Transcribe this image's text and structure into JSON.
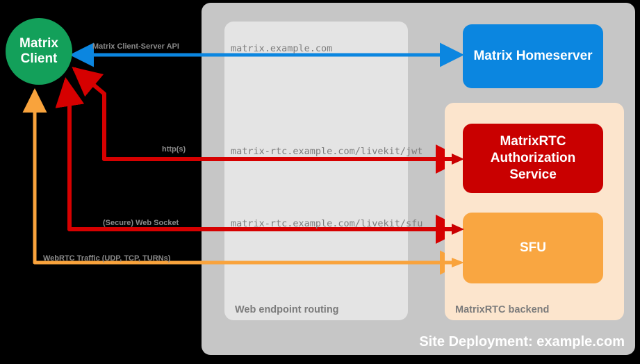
{
  "diagram": {
    "title": "Site Deployment: example.com",
    "client": {
      "line1": "Matrix",
      "line2": "Client",
      "color": "#13a05a"
    },
    "panels": {
      "site": {
        "caption": "Site Deployment: example.com",
        "color": "#c6c6c6"
      },
      "web_routing": {
        "caption": "Web endpoint routing",
        "color": "#e4e4e4"
      },
      "rtc_backend": {
        "caption": "MatrixRTC backend",
        "color": "#fce5cd"
      }
    },
    "services": [
      {
        "id": "homeserver",
        "label": "Matrix Homeserver",
        "color": "#0b86e0"
      },
      {
        "id": "auth",
        "label": "MatrixRTC Authorization Service",
        "color": "#c90000"
      },
      {
        "id": "sfu",
        "label": "SFU",
        "color": "#f9a641"
      }
    ],
    "service_labels": {
      "homeserver": "Matrix Homeserver",
      "auth_line1": "MatrixRTC",
      "auth_line2": "Authorization",
      "auth_line3": "Service",
      "sfu": "SFU"
    },
    "connections": [
      {
        "id": "cs-api",
        "protocol_label": "Matrix Client-Server API",
        "url": "matrix.example.com",
        "color": "#0b86e0",
        "direction": "bidirectional",
        "from": "Matrix Client",
        "to": "Matrix Homeserver"
      },
      {
        "id": "jwt",
        "protocol_label": "http(s)",
        "url": "matrix-rtc.example.com/livekit/jwt",
        "color": "#d60000",
        "direction": "bidirectional",
        "from": "Matrix Client",
        "to": "MatrixRTC Authorization Service"
      },
      {
        "id": "sfu-ws",
        "protocol_label": "(Secure) Web Socket",
        "url": "matrix-rtc.example.com/livekit/sfu",
        "color": "#d60000",
        "direction": "bidirectional",
        "from": "Matrix Client",
        "to": "SFU"
      },
      {
        "id": "webrtc",
        "protocol_label": "WebRTC Traffic (UDP, TCP, TURNs)",
        "url": "",
        "color": "#f9a33c",
        "direction": "bidirectional",
        "from": "Matrix Client",
        "to": "SFU"
      }
    ],
    "colors": {
      "background": "#000000",
      "blue": "#0b86e0",
      "red": "#d60000",
      "orange": "#f9a33c",
      "green": "#13a05a",
      "gray_panel": "#c6c6c6",
      "light_panel": "#e4e4e4",
      "peach_panel": "#fce5cd",
      "label_text": "#8a8a8a"
    }
  }
}
